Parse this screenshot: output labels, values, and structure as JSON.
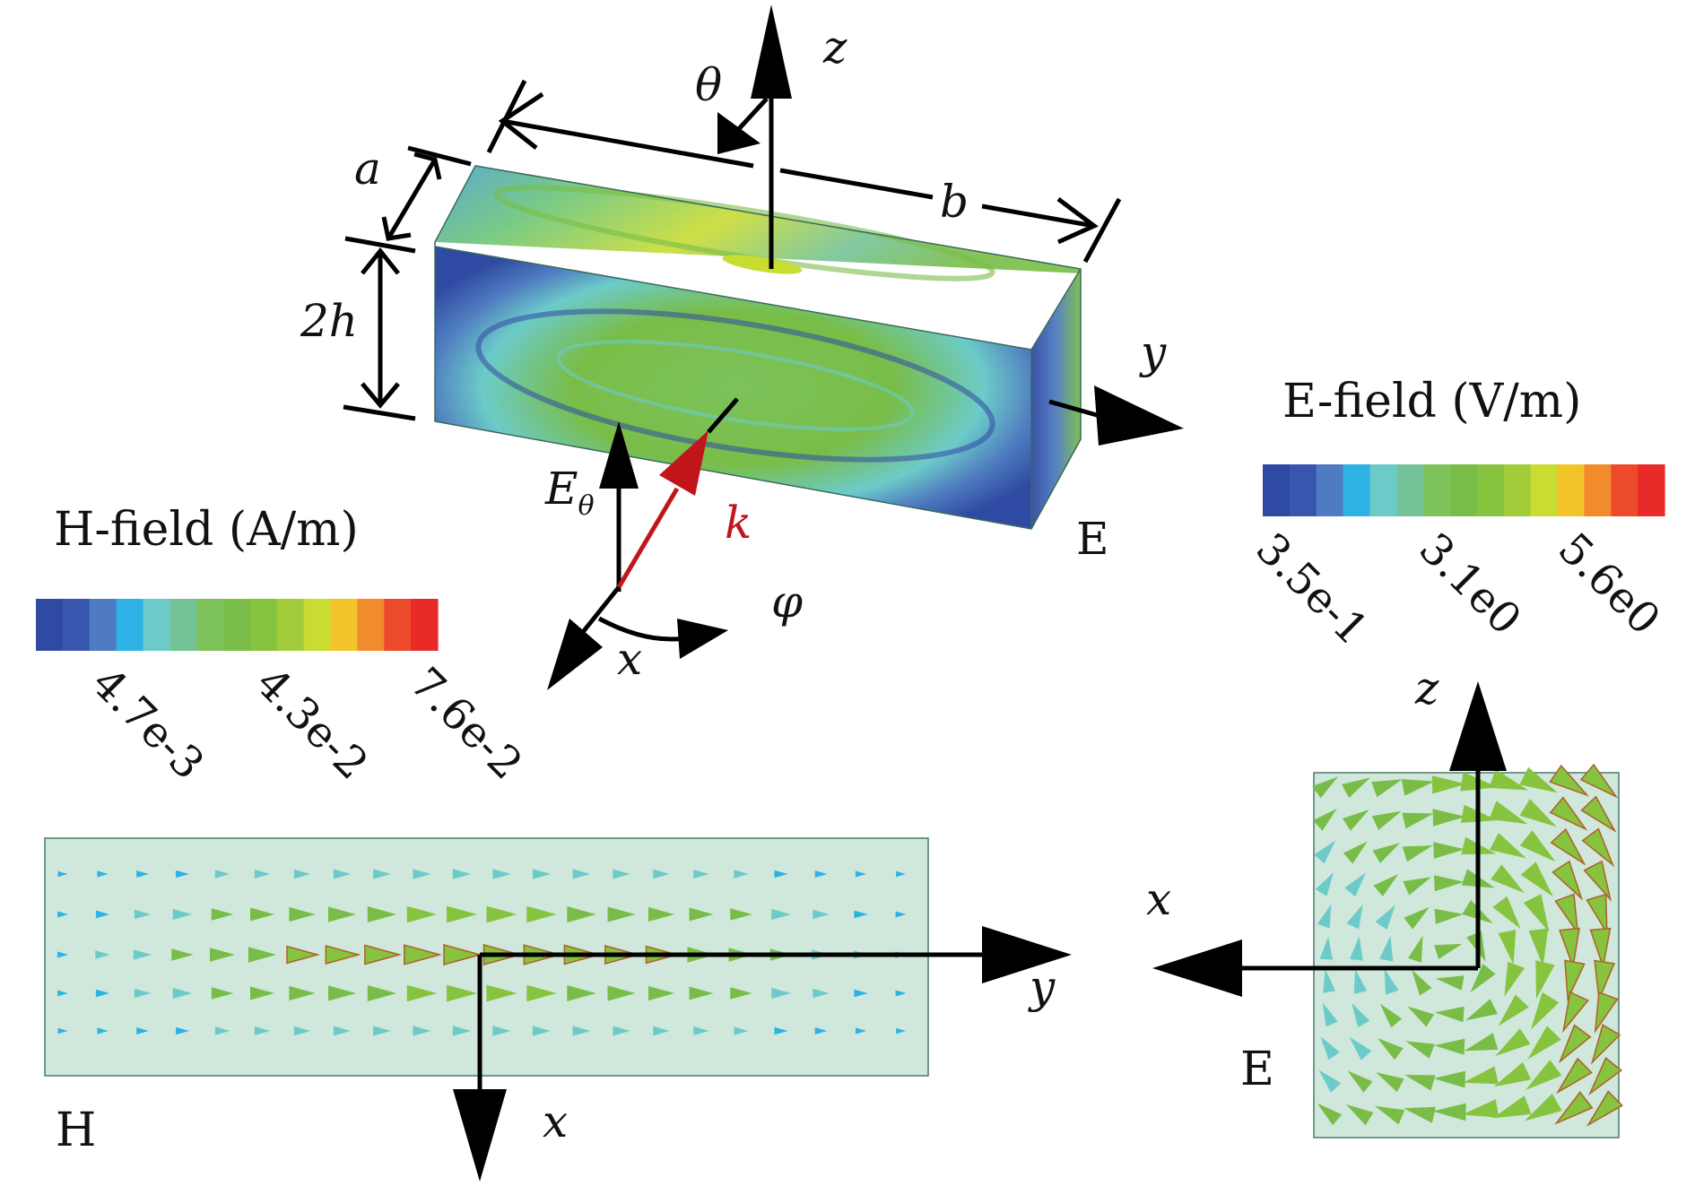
{
  "panels": {
    "hfield_scale": {
      "title": "H-field (A/m)",
      "ticks": [
        "4.7e-3",
        "4.3e-2",
        "7.6e-2"
      ]
    },
    "efield_scale": {
      "title": "E-field (V/m)",
      "ticks": [
        "3.5e-1",
        "3.1e0",
        "5.6e0"
      ]
    },
    "box_3d": {
      "dims": {
        "a": "a",
        "b": "b",
        "height": "2h"
      },
      "axes": {
        "z": "z",
        "y": "y",
        "x": "x"
      },
      "angles": {
        "theta": "θ",
        "phi": "φ"
      },
      "excitation": {
        "E": "E",
        "E_sub": "θ",
        "k": "k"
      },
      "corner_label": "E"
    },
    "h_panel": {
      "label": "H",
      "axis_y": "y",
      "axis_x": "x"
    },
    "e_panel": {
      "label": "E",
      "axis_z": "z",
      "axis_x": "x"
    }
  },
  "colors": {
    "colormap": [
      "#2f4aa2",
      "#3856ad",
      "#4f7cc0",
      "#2eb2e6",
      "#6ccbc9",
      "#74c297",
      "#7dc25b",
      "#79bd48",
      "#86c33f",
      "#a2cc3a",
      "#c9dc32",
      "#f3c42a",
      "#f18b2b",
      "#ec4a2a",
      "#e82b29"
    ],
    "k_arrow": "#c0151a",
    "panel_fill": "#cfe8db"
  }
}
